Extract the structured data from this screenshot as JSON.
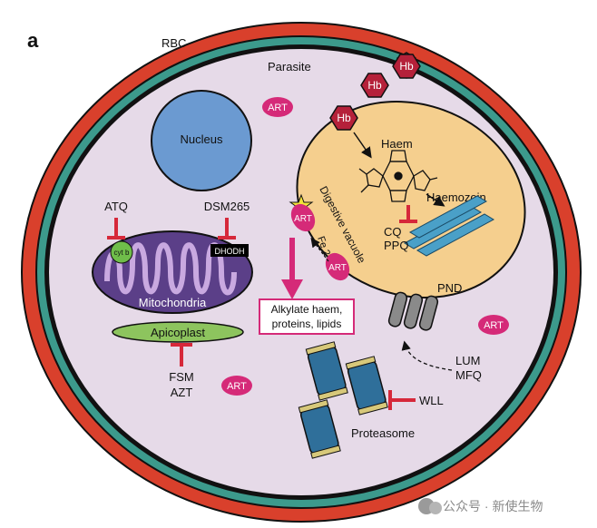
{
  "panel_label": "a",
  "labels": {
    "rbc": "RBC",
    "parasite": "Parasite",
    "nucleus": "Nucleus",
    "haem": "Haem",
    "haemozoin": "Haemozoin",
    "digestive_vacuole": "Digestive vacuole",
    "fe2": "Fe 2+",
    "cq": "CQ",
    "ppq": "PPQ",
    "atq": "ATQ",
    "dsm265": "DSM265",
    "cyt_b": "cyt b",
    "dhodh": "DHODH",
    "mitochondria": "Mitochondria",
    "apicoplast": "Apicoplast",
    "fsm": "FSM",
    "azt": "AZT",
    "alkylate_line1": "Alkylate haem,",
    "alkylate_line2": "proteins, lipids",
    "pnd": "PND",
    "lum": "LUM",
    "mfq": "MFQ",
    "wll": "WLL",
    "proteasome": "Proteasome"
  },
  "hb_label": "Hb",
  "art_label": "ART",
  "watermark": "公众号 · 新使生物",
  "colors": {
    "rbc_red": "#d9402c",
    "teal_ring": "#3c9a8c",
    "cytoplasm": "#e6dae8",
    "nucleus": "#6b9ad1",
    "vacuole": "#f5cf8e",
    "mitochondria": "#5b3f88",
    "apicoplast": "#8dc45e",
    "hb": "#b5213a",
    "art": "#d52a78",
    "inhibitor": "#d6283a",
    "haemozoin": "#4aa0c8"
  }
}
